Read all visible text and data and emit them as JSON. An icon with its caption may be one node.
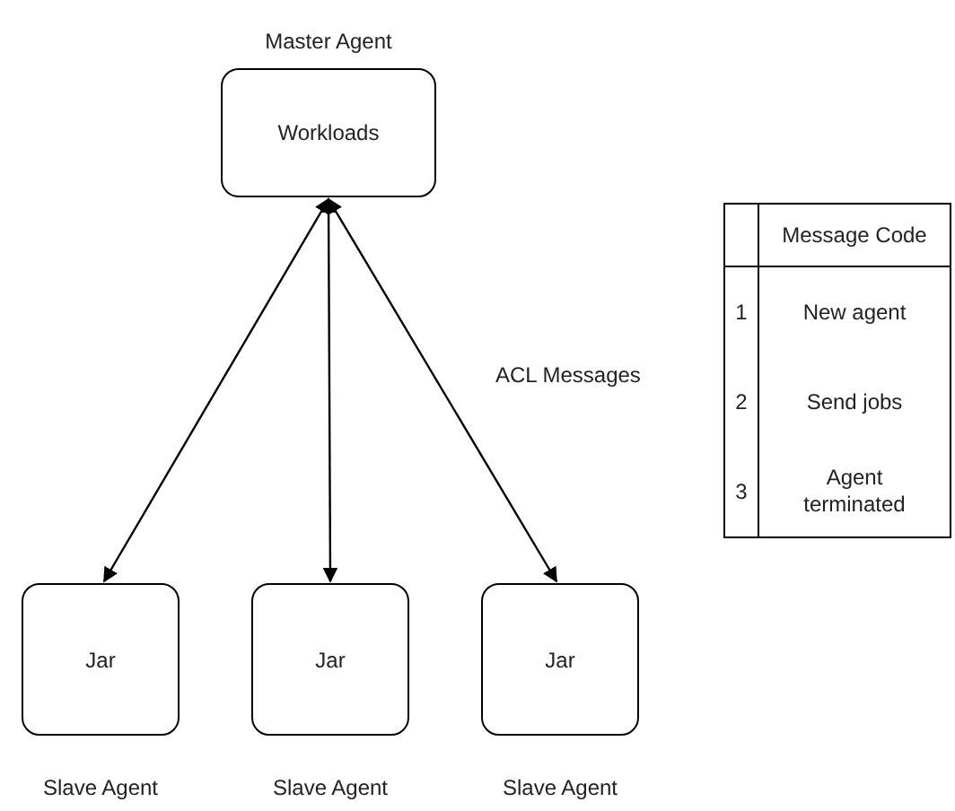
{
  "diagram": {
    "nodes": [
      {
        "text": [
          "Workloads"
        ],
        "beside": [
          "Master Agent"
        ]
      },
      {
        "text": [
          "Jar"
        ],
        "beside": [
          "Slave Agent"
        ]
      },
      {
        "text": [
          "Jar"
        ],
        "beside": [
          "Slave Agent"
        ]
      },
      {
        "text": [
          "Jar"
        ],
        "beside": [
          "Slave Agent"
        ]
      }
    ],
    "edges": [
      {
        "from": 0,
        "to": 1,
        "arrow": "both"
      },
      {
        "from": 0,
        "to": 2,
        "arrow": "both"
      },
      {
        "from": 0,
        "to": 3,
        "arrow": "both"
      }
    ],
    "labels": [
      "ACL Messages",
      "Message Code",
      "1",
      "New agent",
      "2",
      "Send jobs",
      "3",
      "Agent terminated"
    ]
  }
}
